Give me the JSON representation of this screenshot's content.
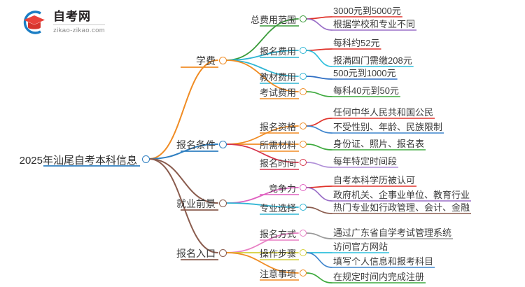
{
  "logo": {
    "title": "自考网",
    "subtitle": "zikao-zikao.com",
    "mark_icon": "graduation-cap-icon",
    "arc_color": "#1a7dc4",
    "cap_color": "#e8413a"
  },
  "mindmap": {
    "root": {
      "label": "2025年汕尾自考本科信息",
      "color": "#2f7fc1"
    },
    "branches": [
      {
        "label": "学费",
        "color": "#f08c24",
        "children": [
          {
            "label": "总费用范围",
            "color": "#3a9b3a",
            "leaves": [
              {
                "label": "3000元到5000元",
                "color": "#e0342c"
              },
              {
                "label": "根据学校和专业不同",
                "color": "#9a6fc7"
              }
            ]
          },
          {
            "label": "报名费用",
            "color": "#2fb5d4",
            "leaves": [
              {
                "label": "每科约52元",
                "color": "#e0342c"
              },
              {
                "label": "报满四门需缴208元",
                "color": "#2fc0dd"
              }
            ]
          },
          {
            "label": "教材费用",
            "color": "#2fb5d4",
            "leaves": [
              {
                "label": "500元到1000元",
                "color": "#2f6fc4"
              }
            ]
          },
          {
            "label": "考试费用",
            "color": "#f08c24",
            "leaves": [
              {
                "label": "每科40元到50元",
                "color": "#3faa3f"
              }
            ]
          }
        ]
      },
      {
        "label": "报名条件",
        "color": "#2f7fc1",
        "children": [
          {
            "label": "报名资格",
            "color": "#f08c24",
            "leaves": [
              {
                "label": "任何中华人民共和国公民",
                "color": "#e0342c"
              },
              {
                "label": "不受性别、年龄、民族限制",
                "color": "#3f85cd"
              }
            ]
          },
          {
            "label": "所需材料",
            "color": "#f08c24",
            "leaves": [
              {
                "label": "身份证、照片、报名表",
                "color": "#3faa3f"
              }
            ]
          },
          {
            "label": "报名时间",
            "color": "#d6334a",
            "leaves": [
              {
                "label": "每年特定时间段",
                "color": "#b08fd8"
              }
            ]
          }
        ]
      },
      {
        "label": "就业前景",
        "color": "#8a5c4e",
        "children": [
          {
            "label": "竞争力",
            "color": "#e060c0",
            "leaves": [
              {
                "label": "自考本科学历被认可",
                "color": "#e0342c"
              },
              {
                "label": "政府机关、企事业单位、教育行业",
                "color": "#9a6fc7"
              }
            ]
          },
          {
            "label": "专业选择",
            "color": "#2fb5d4",
            "leaves": [
              {
                "label": "热门专业如行政管理、会计、金融",
                "color": "#8a5c4e"
              }
            ]
          }
        ]
      },
      {
        "label": "报名入口",
        "color": "#8a5c4e",
        "children": [
          {
            "label": "报名方式",
            "color": "#e87fc4",
            "leaves": [
              {
                "label": "通过广东省自学考试管理系统",
                "color": "#9a9a9a"
              }
            ]
          },
          {
            "label": "操作步骤",
            "color": "#d4cf3a",
            "leaves": [
              {
                "label": "访问官方网站",
                "color": "#2fc0dd"
              },
              {
                "label": "填写个人信息和报考科目",
                "color": "#3f85cd"
              }
            ]
          },
          {
            "label": "注意事项",
            "color": "#f08c24",
            "leaves": [
              {
                "label": "在规定时间内完成注册",
                "color": "#3faa3f"
              }
            ]
          }
        ]
      }
    ]
  }
}
